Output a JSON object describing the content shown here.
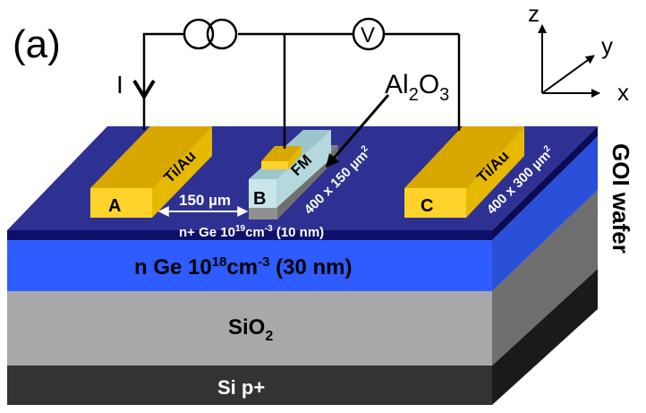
{
  "panel_label": "(a)",
  "current_label": "I",
  "voltmeter_label": "V",
  "oxide": {
    "base": "Al",
    "sub": "2",
    "mid": "O",
    "sub2": "3"
  },
  "axes": {
    "z": "z",
    "y": "y",
    "x": "x"
  },
  "contacts": {
    "a_letter": "A",
    "b_letter": "B",
    "c_letter": "C",
    "ti_au": "Ti/Au",
    "fm": "FM"
  },
  "dims": {
    "spacing": "150 µm",
    "fm_size": "400 x 150  µm",
    "ref_size": "400 x 300  µm",
    "sup": "2"
  },
  "layers": {
    "n_plus": {
      "text": "n+ Ge 10",
      "exp": "19",
      "unit": "cm",
      "uexp": "-3",
      "tail": " (10 nm)"
    },
    "n_ge": {
      "text": "n Ge 10",
      "exp": "18",
      "unit": "cm",
      "uexp": "-3",
      "tail": " (30 nm)"
    },
    "sio2": {
      "base": "SiO",
      "sub": "2"
    },
    "si": "Si p+"
  },
  "wafer_label": "GOI wafer",
  "colors": {
    "top_surface": "#2e3192",
    "thin_edge": "#0f106a",
    "n_ge": "#2e5cff",
    "n_ge_side": "#2a4fd9",
    "sio2": "#a8a8a8",
    "sio2_side": "#6e6e6e",
    "si": "#333333",
    "si_side": "#1a1a1a",
    "gold": "#fdd22a",
    "gold_dark": "#d9a800",
    "fm_block": "#c8e6ea",
    "fm_dark": "#9cc6cc"
  }
}
